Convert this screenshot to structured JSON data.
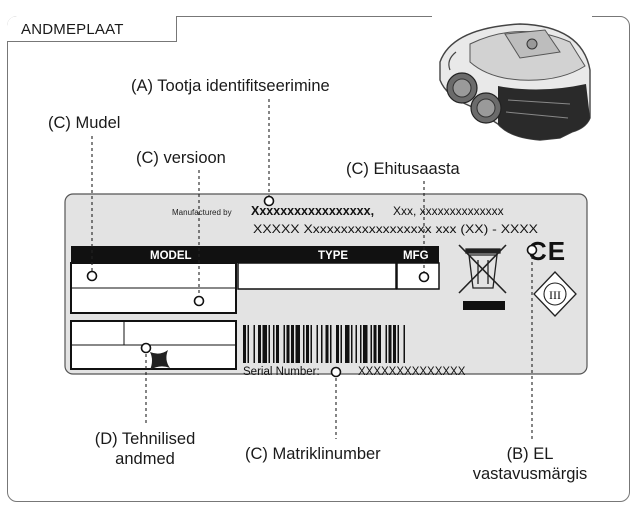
{
  "panel": {
    "title": "ANDMEPLAAT"
  },
  "callouts": {
    "a_manufacturer": "(A) Tootja identifitseerimine",
    "c_model": "(C) Mudel",
    "c_version": "(C) versioon",
    "c_year": "(C) Ehitusaasta",
    "d_tech_line1": "(D) Tehnilised",
    "d_tech_line2": "andmed",
    "c_serial": "(C) Matriklinumber",
    "b_ce_line1": "(B) EL",
    "b_ce_line2": "vastavusmärgis"
  },
  "plate": {
    "manufactured_by": "Manufactured by",
    "manufacturer_name": "Xxxxxxxxxxxxxxxxx,",
    "address_line1": "Xxx, xxxxxxxxxxxxxx",
    "address_line2": "XXXXX Xxxxxxxxxxxxxxxxxx xxx (XX) - XXXX",
    "col_model": "MODEL",
    "col_type": "TYPE",
    "col_mfg": "MFG",
    "serial_label": "Serial Number:",
    "serial_value": "XXXXXXXXXXXXXX",
    "ce_mark": "CE",
    "class_mark": "III"
  },
  "icons": [
    "robot-mower-image",
    "weee-bin-icon",
    "ce-mark-icon",
    "class-iii-icon",
    "robot-logo-icon",
    "barcode"
  ]
}
